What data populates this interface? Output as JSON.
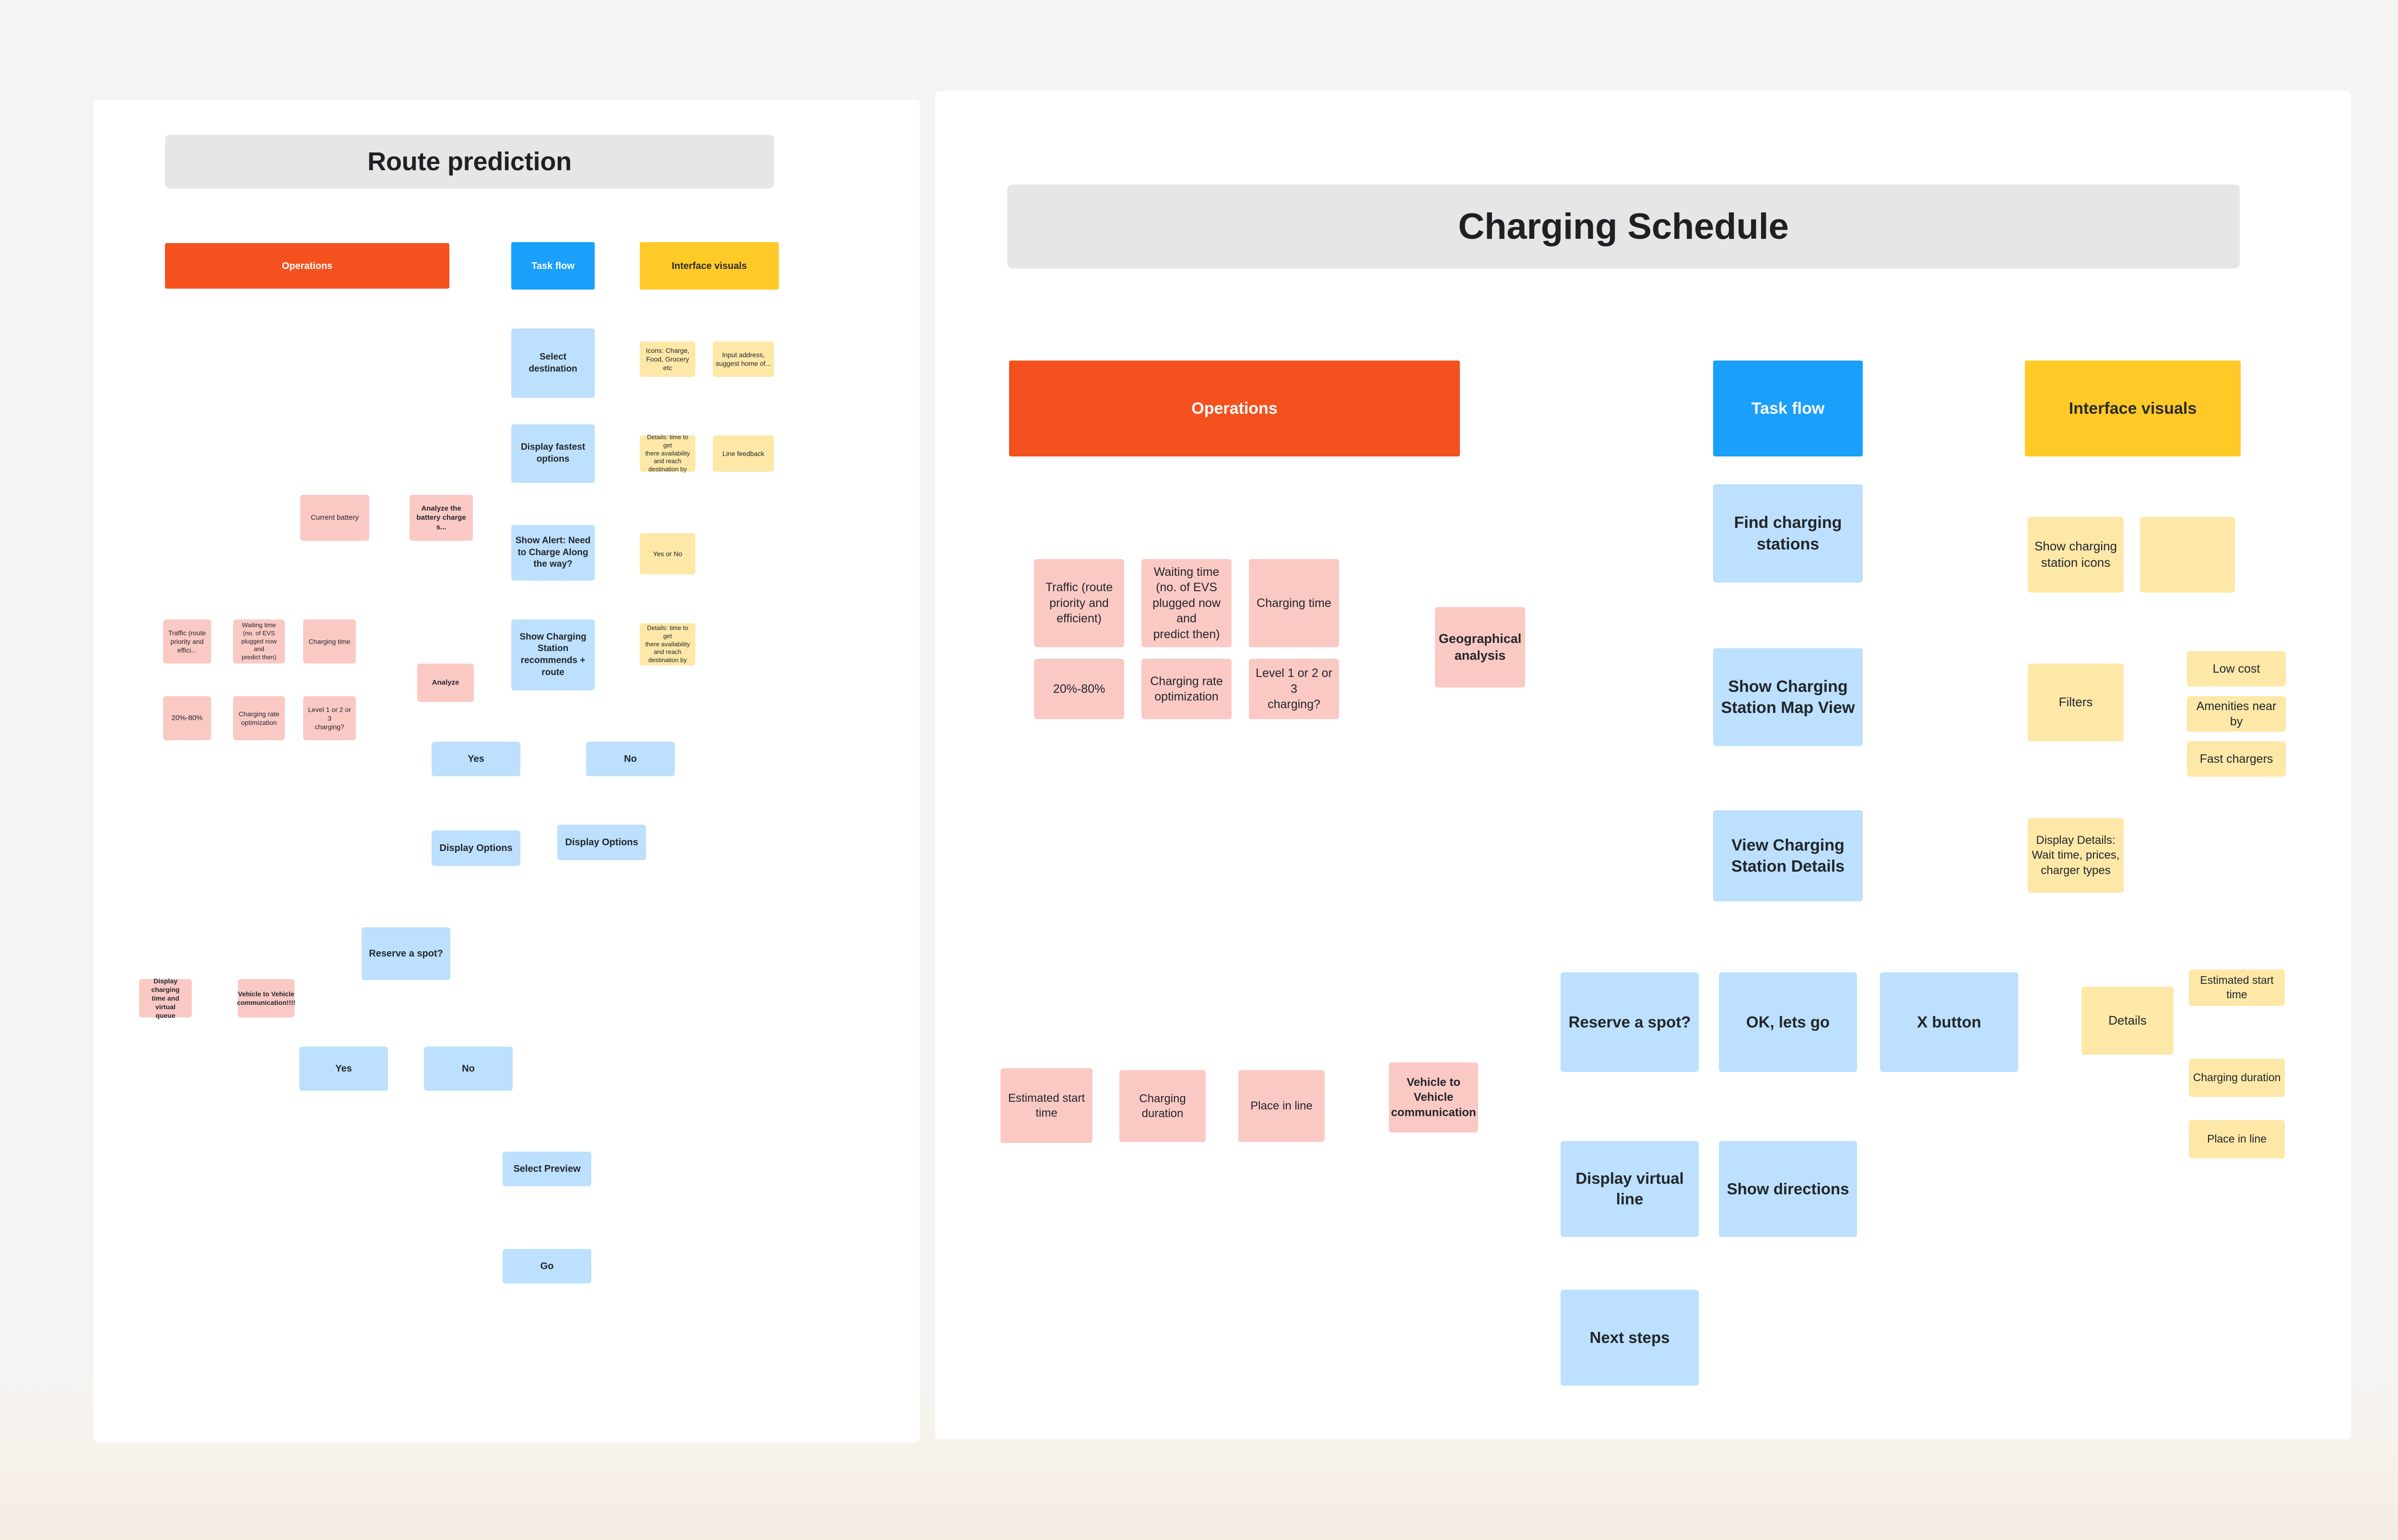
{
  "colors": {
    "operations": "#f4511e",
    "task_flow": "#1a9ffa",
    "interface_visuals": "#ffc928",
    "blue_node": "#bce0fd",
    "pink_node": "#fbc9c4",
    "yellow_node": "#fde8a8",
    "title_bar": "#e6e6e6",
    "connector": "#a8aaad"
  },
  "left_board": {
    "title": "Route prediction",
    "legend": {
      "operations": "Operations",
      "task_flow": "Task flow",
      "interface_visuals": "Interface visuals"
    },
    "task_nodes": {
      "select_destination": "Select destination",
      "display_fastest_options": "Display fastest\noptions",
      "show_alert": "Show Alert: Need\nto Charge Along\nthe way?",
      "show_charging_station": "Show Charging\nStation\nrecommends +\nroute",
      "yes_1": "Yes",
      "no_1": "No",
      "display_options_1": "Display Options",
      "display_options_2": "Display Options",
      "reserve_a_spot": "Reserve a spot?",
      "yes_2": "Yes",
      "no_2": "No",
      "select_preview": "Select Preview",
      "go": "Go"
    },
    "ops_nodes": {
      "current_battery": "Current battery",
      "analyze_battery": "Analyze the\nbattery charge s...",
      "traffic": "Traffic (route\npriority and effici...",
      "waiting_time": "Waiting time\n(no. of EVS\nplugged now and\npredict then)",
      "charging_time": "Charging time",
      "analyze": "Analyze",
      "pct_20_80": "20%-80%",
      "charging_rate_optimization": "Charging rate\noptimization",
      "level_charging": "Level 1 or 2 or 3\ncharging?",
      "display_charging_time": "Display charging\ntime and virtual\nqueue",
      "v2v": "Vehicle to Vehicle\ncommunication!!!!"
    },
    "visual_nodes": {
      "icons": "Icons: Charge,\nFood, Grocery etc",
      "input_address": "Input address,\nsuggest home of...",
      "details_1": "Details: time to get\nthere availability\nand reach\ndestination by",
      "line_feedback": "Line feedback",
      "yes_or_no": "Yes or No",
      "details_2": "Details: time to get\nthere availability\nand reach\ndestination by"
    }
  },
  "right_board": {
    "title": "Charging Schedule",
    "legend": {
      "operations": "Operations",
      "task_flow": "Task flow",
      "interface_visuals": "Interface visuals"
    },
    "task_nodes": {
      "find_charging_stations": "Find charging\nstations",
      "show_map_view": "Show Charging\nStation Map View",
      "view_station_details": "View Charging\nStation Details",
      "reserve_a_spot": "Reserve a spot?",
      "ok_lets_go": "OK, lets go",
      "x_button": "X button",
      "display_virtual_line": "Display virtual line",
      "show_directions": "Show directions",
      "next_steps": "Next steps"
    },
    "ops_nodes": {
      "traffic": "Traffic (route\npriority and\nefficient)",
      "waiting_time": "Waiting time\n(no. of EVS\nplugged now and\npredict then)",
      "charging_time": "Charging time",
      "geographical_analysis": "Geographical\nanalysis",
      "pct_20_80": "20%-80%",
      "charging_rate_optimization": "Charging rate\noptimization",
      "level_charging": "Level 1 or 2 or 3\ncharging?",
      "estimated_start_time": "Estimated start\ntime",
      "charging_duration": "Charging duration",
      "place_in_line": "Place in line",
      "v2v": "Vehicle to Vehicle\ncommunication"
    },
    "visual_nodes": {
      "show_station_icons": "Show charging\nstation icons",
      "blank_note": "",
      "filters": "Filters",
      "low_cost": "Low cost",
      "amenities_near_by": "Amenities near by",
      "fast_chargers": "Fast chargers",
      "display_details": "Display Details:\nWait time, prices,\ncharger types",
      "details": "Details",
      "estimated_start_time": "Estimated start time",
      "charging_duration": "Charging duration",
      "place_in_line": "Place in line"
    }
  }
}
